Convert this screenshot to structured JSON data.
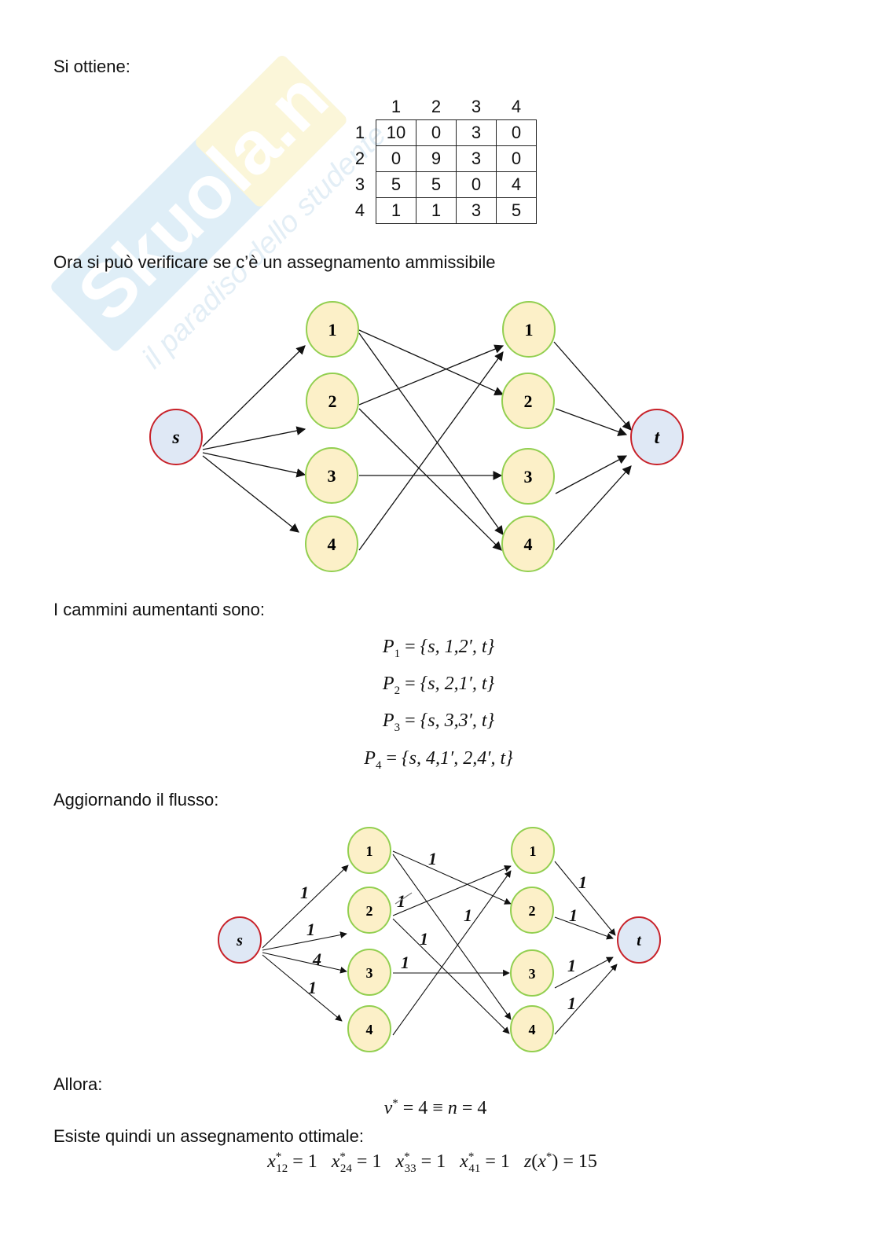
{
  "watermark": {
    "brand": "Skuola.net",
    "tagline": "il paradiso dello studente"
  },
  "text": {
    "si_ottiene": "Si ottiene:",
    "ora_verifica": "Ora si può verificare se c’è un assegnamento ammissibile",
    "cammini": "I cammini aumentanti sono:",
    "aggiornando": "Aggiornando il flusso:",
    "allora": "Allora:",
    "esiste": "Esiste quindi un assegnamento ottimale:"
  },
  "cost_table": {
    "col_headers": [
      "1",
      "2",
      "3",
      "4"
    ],
    "row_headers": [
      "1",
      "2",
      "3",
      "4"
    ],
    "rows": [
      [
        "10",
        "0",
        "3",
        "0"
      ],
      [
        "0",
        "9",
        "3",
        "0"
      ],
      [
        "5",
        "5",
        "0",
        "4"
      ],
      [
        "1",
        "1",
        "3",
        "5"
      ]
    ]
  },
  "graph": {
    "source": "s",
    "sink": "t",
    "left_nodes": [
      "1",
      "2",
      "3",
      "4"
    ],
    "right_nodes": [
      "1",
      "2",
      "3",
      "4"
    ],
    "edges_left_right": [
      [
        "1",
        "2"
      ],
      [
        "1",
        "4"
      ],
      [
        "2",
        "1"
      ],
      [
        "2",
        "4"
      ],
      [
        "3",
        "3"
      ],
      [
        "4",
        "1"
      ]
    ],
    "colors": {
      "source_fill": "#dfe8f5",
      "source_stroke": "#c8222a",
      "node_fill": "#fcf0c8",
      "node_stroke": "#92cf50"
    }
  },
  "flow_graph": {
    "labels": [
      "1",
      "1",
      "4",
      "1",
      "1",
      "1",
      "1",
      "1",
      "1",
      "1",
      "1",
      "1",
      "1"
    ]
  },
  "paths": [
    {
      "name": "P",
      "sub": "1",
      "set": "{s, 1,2′, t}"
    },
    {
      "name": "P",
      "sub": "2",
      "set": "{s, 2,1′, t}"
    },
    {
      "name": "P",
      "sub": "3",
      "set": "{s, 3,3′, t}"
    },
    {
      "name": "P",
      "sub": "4",
      "set": "{s, 4,1′, 2,4′, t}"
    }
  ],
  "result": {
    "v": "v",
    "v_eq": "= 4 ≡",
    "n": "n",
    "n_eq": "= 4"
  },
  "assignment": [
    {
      "var": "x",
      "sub": "12",
      "val": "= 1"
    },
    {
      "var": "x",
      "sub": "24",
      "val": "= 1"
    },
    {
      "var": "x",
      "sub": "33",
      "val": "= 1"
    },
    {
      "var": "x",
      "sub": "41",
      "val": "= 1"
    }
  ],
  "objective": {
    "func": "z",
    "arg": "x",
    "val": "= 15"
  }
}
